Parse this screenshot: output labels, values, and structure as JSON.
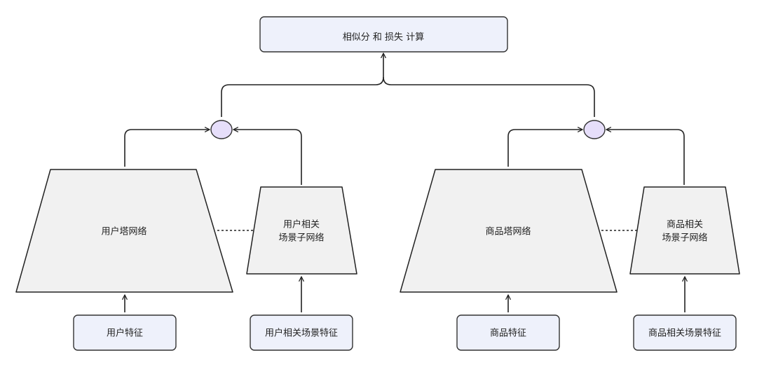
{
  "top_box": {
    "label": "相似分 和 损失 计算"
  },
  "user_side": {
    "tower_label": "用户塔网络",
    "scene_tower_label_line1": "用户相关",
    "scene_tower_label_line2": "场景子网络",
    "feature_label": "用户特征",
    "scene_feature_label": "用户相关场景特征"
  },
  "item_side": {
    "tower_label": "商品塔网络",
    "scene_tower_label_line1": "商品相关",
    "scene_tower_label_line2": "场景子网络",
    "feature_label": "商品特征",
    "scene_feature_label": "商品相关场景特征"
  },
  "colors": {
    "box_fill": "#eef1fb",
    "box_stroke": "#333333",
    "tower_fill": "#f1f1f1",
    "merge_fill": "#e6defa",
    "line": "#222222"
  }
}
